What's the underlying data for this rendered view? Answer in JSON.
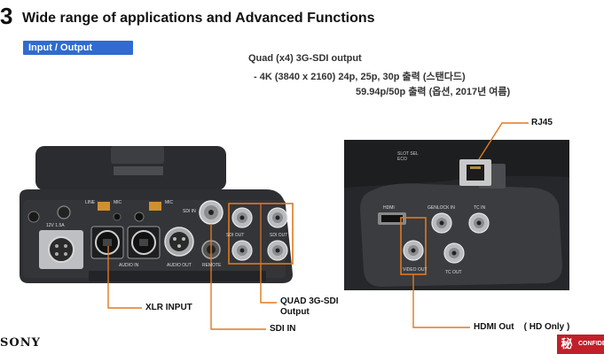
{
  "slide": {
    "number": "3",
    "title": "Wide range of applications and Advanced Functions",
    "section_tab": "Input / Output"
  },
  "spec": {
    "line1": "Quad (x4) 3G-SDI output",
    "line2": "- 4K (3840 x 2160)  24p, 25p, 30p 출력 (스탠다드)",
    "line3": "59.94p/50p 출력 (옵션, 2017년 여름)"
  },
  "callouts": {
    "rj45": "RJ45",
    "xlr_input": "XLR INPUT",
    "quad_sdi_line1": "QUAD 3G-SDI",
    "quad_sdi_line2": "Output",
    "sdi_in": "SDI IN",
    "hdmi_out": "HDMI Out    ( HD Only )"
  },
  "panel_labels": {
    "line": "LINE",
    "mic": "MIC",
    "audio_in": "AUDIO IN",
    "audio_out": "AUDIO OUT",
    "remote": "REMOTE",
    "sdi_in": "SDI IN",
    "sdi_out": "SDI OUT",
    "dc": "12V 1.5A",
    "hdmi": "HDMI",
    "genlock_in": "GENLOCK IN",
    "tc_in": "TC IN",
    "video_out": "VIDEO OUT",
    "tc_out": "TC OUT",
    "slot": "SLOT SEL ECO"
  },
  "footer": {
    "brand": "SONY",
    "confidential_seal": "秘",
    "confidential_text": "CONFIDENTIAL"
  },
  "colors": {
    "tab_blue": "#2f6bd0",
    "callout_orange": "#e07820",
    "camera_body": "#2b2d30",
    "confidential_red": "#c0202a"
  }
}
